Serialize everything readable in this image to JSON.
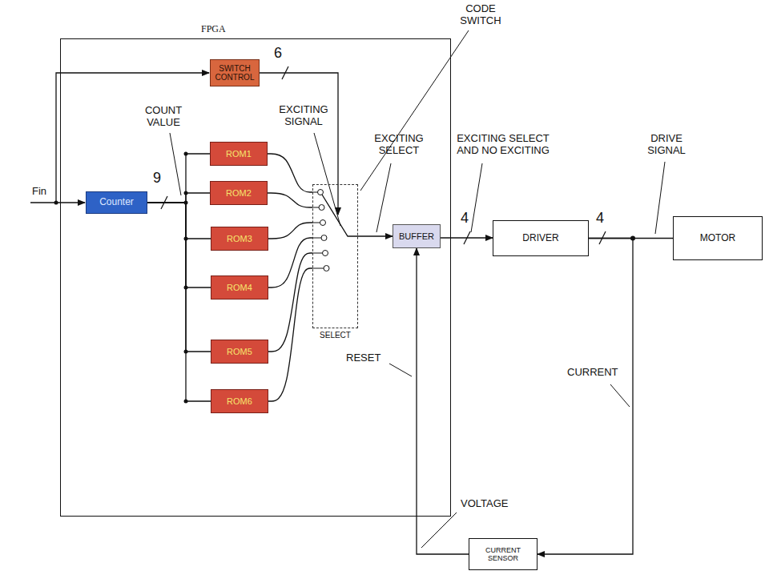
{
  "diagram": {
    "nodes": [
      {
        "text": [
          "FPGA"
        ]
      },
      {
        "text": [
          "SWITCH CONTROL"
        ],
        "in": 0
      },
      {
        "text": [
          "Counter"
        ],
        "in": 0
      },
      {
        "text": [
          "ROM1"
        ],
        "in": 0
      },
      {
        "text": [
          "ROM2"
        ],
        "in": 0
      },
      {
        "text": [
          "ROM3"
        ],
        "in": 0
      },
      {
        "text": [
          "ROM4"
        ],
        "in": 0
      },
      {
        "text": [
          "ROM5"
        ],
        "in": 0
      },
      {
        "text": [
          "ROM6"
        ],
        "in": 0
      },
      {
        "text": [
          "SELECT"
        ],
        "in": 0
      },
      {
        "text": [
          "BUFFER"
        ],
        "in": 0
      },
      {
        "text": [
          "DRIVER"
        ]
      },
      {
        "text": [
          "MOTOR"
        ]
      },
      {
        "text": [
          "CURRENT SENSOR"
        ]
      }
    ],
    "edges": [
      {
        "from": 2,
        "to": 3,
        "arrow": "none"
      },
      {
        "from": 2,
        "to": 4,
        "arrow": "none"
      },
      {
        "from": 2,
        "to": 5,
        "arrow": "none"
      },
      {
        "from": 2,
        "to": 6,
        "arrow": "none"
      },
      {
        "from": 2,
        "to": 7,
        "arrow": "none"
      },
      {
        "from": 2,
        "to": 8,
        "arrow": "none"
      },
      {
        "from": 1,
        "to": 9,
        "arrow": "to"
      },
      {
        "from": 3,
        "to": 9,
        "arrow": "none"
      },
      {
        "from": 4,
        "to": 9,
        "arrow": "none"
      },
      {
        "from": 5,
        "to": 9,
        "arrow": "none"
      },
      {
        "from": 6,
        "to": 9,
        "arrow": "none"
      },
      {
        "from": 7,
        "to": 9,
        "arrow": "none"
      },
      {
        "from": 8,
        "to": 9,
        "arrow": "none"
      },
      {
        "from": 9,
        "to": 10,
        "arrow": "to"
      },
      {
        "from": 10,
        "to": 11,
        "arrow": "to"
      },
      {
        "from": 11,
        "to": 12,
        "arrow": "none"
      },
      {
        "from": 11,
        "to": 13,
        "arrow": "to"
      },
      {
        "from": 13,
        "to": 10,
        "arrow": "to"
      }
    ],
    "labels": [
      "CODE SWITCH",
      "6",
      "COUNT VALUE",
      "9",
      "EXCITING SIGNAL",
      "EXCITING SELECT",
      "EXCITING SELECT AND NO EXCITING",
      "DRIVE SIGNAL",
      "4",
      "4",
      "Fin",
      "RESET",
      "CURRENT",
      "VOLTAGE"
    ]
  }
}
